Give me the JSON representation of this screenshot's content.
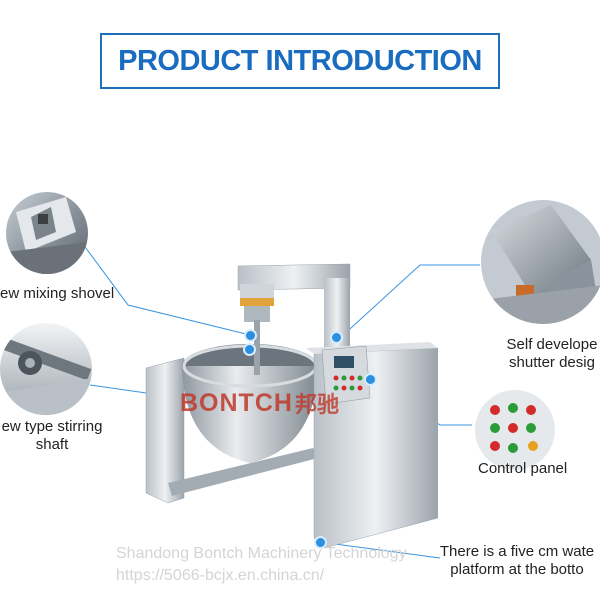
{
  "title": "PRODUCT INTRODUCTION",
  "brand": {
    "logo_text": "BONTCH",
    "logo_cn": "邦驰"
  },
  "features": {
    "mixing_shovel": "ew mixing shovel",
    "stirring_shaft_line1": "ew type stirring",
    "stirring_shaft_line2": "shaft",
    "shutter_line1": "Self develope",
    "shutter_line2": "shutter desig",
    "control_panel": "Control panel",
    "platform_line1": "There is a five cm wate",
    "platform_line2": "platform at the botto"
  },
  "watermark": {
    "company": "Shandong Bontch Machinery Technology",
    "url": "https://5066-bcjx.en.china.cn/"
  },
  "colors": {
    "accent": "#1a6cc0",
    "line": "#3a95e0"
  }
}
